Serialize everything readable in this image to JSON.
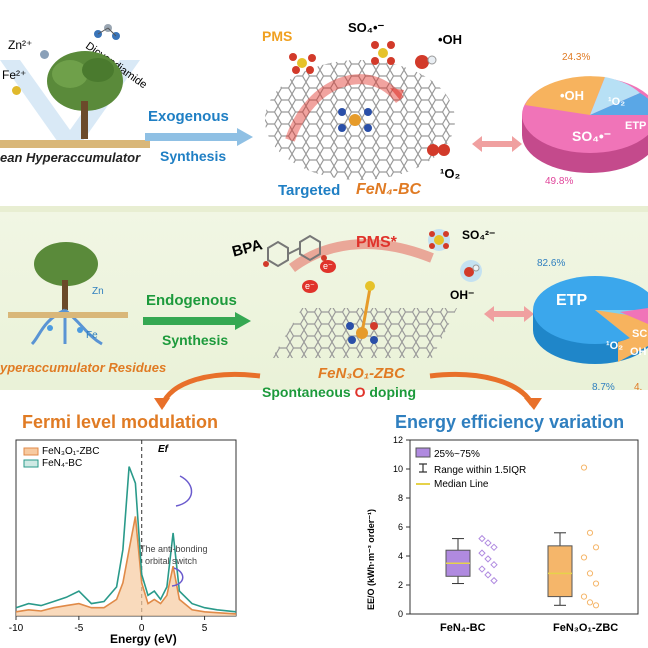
{
  "top": {
    "zn_label": "Zn²⁺",
    "fe_label": "Fe²⁺",
    "dicyandiamide": "Dicyandiamide",
    "hyperaccumulator": "ean Hyperaccumulator",
    "arrow_top": "Exogenous",
    "arrow_bottom": "Synthesis",
    "pms": "PMS",
    "so4_radical": "SO₄•⁻",
    "oh_radical": "•OH",
    "singlet_o2": "¹O₂",
    "product_prefix": "Targeted",
    "product_name": "FeN₄-BC",
    "pie": {
      "pct_top": "24.3%",
      "pct_bottom": "49.8%",
      "label_oh": "•OH",
      "label_1o2": "¹O₂",
      "label_etp": "ETP",
      "label_so4": "SO₄•⁻"
    }
  },
  "mid": {
    "zn_label": "Zn",
    "fe_label": "Fe",
    "residues": "yperaccumulator Residues",
    "arrow_top": "Endogenous",
    "arrow_bottom": "Synthesis",
    "bpa": "BPA",
    "pms_star": "PMS*",
    "so4_2": "SO₄²⁻",
    "oh_minus": "OH⁻",
    "electron": "e⁻",
    "product_name": "FeN₃O₁-ZBC",
    "doping_prefix": "Spontaneous",
    "doping_o": "O",
    "doping_suffix": "doping",
    "pie": {
      "pct_top": "82.6%",
      "pct_bottom": "8.7%",
      "pct_right": "4.",
      "label_etp": "ETP",
      "label_1o2": "¹O₂",
      "label_so": "SC",
      "label_oh": "OH"
    }
  },
  "fermi": {
    "title": "Fermi level modulation",
    "legend1": "FeN₃O₁-ZBC",
    "legend2": "FeN₄-BC",
    "ef": "Ef",
    "annotation1": "The anti-bonding",
    "annotation2": "orbital switch",
    "xlabel": "Energy (eV)",
    "xticks": [
      "-10",
      "-5",
      "0",
      "5"
    ]
  },
  "energy": {
    "title": "Energy efficiency variation",
    "legend1": "25%~75%",
    "legend2": "Range within 1.5IQR",
    "legend3": "Median Line",
    "ylabel": "EE/O (kWh·m⁻³ order⁻¹)",
    "yticks": [
      "0",
      "2",
      "4",
      "6",
      "8",
      "10",
      "12"
    ],
    "xcat1": "FeN₄-BC",
    "xcat2": "FeN₃O₁-ZBC"
  },
  "chart_data": [
    {
      "type": "line",
      "title": "Fermi level modulation",
      "xlabel": "Energy (eV)",
      "ylabel": "",
      "xlim": [
        -10,
        7.5
      ],
      "series": [
        {
          "name": "FeN₃O₁-ZBC",
          "x": [
            -10,
            -9,
            -8,
            -7,
            -6,
            -5,
            -4,
            -3,
            -2,
            -1.5,
            -1,
            -0.5,
            0,
            0.5,
            1,
            1.5,
            2,
            2.5,
            3,
            4,
            5,
            6,
            7.5
          ],
          "y": [
            0.1,
            0.15,
            0.12,
            0.2,
            0.25,
            0.3,
            0.2,
            0.2,
            0.4,
            0.8,
            1.6,
            2.4,
            0.8,
            0.3,
            0.4,
            0.3,
            0.5,
            1.2,
            0.4,
            0.15,
            0.1,
            0.08,
            0.05
          ]
        },
        {
          "name": "FeN₄-BC",
          "x": [
            -10,
            -9,
            -8,
            -7,
            -6,
            -5,
            -4,
            -3,
            -2,
            -1.5,
            -1,
            -0.5,
            0,
            0.5,
            1,
            1.5,
            2,
            2.5,
            3,
            4,
            5,
            6,
            7.5
          ],
          "y": [
            0.2,
            0.3,
            0.25,
            0.35,
            0.45,
            0.6,
            0.3,
            0.35,
            0.7,
            1.6,
            3.6,
            3.2,
            1.0,
            0.5,
            0.6,
            0.4,
            0.7,
            2.0,
            0.6,
            0.3,
            0.2,
            0.15,
            0.1
          ]
        }
      ]
    },
    {
      "type": "box",
      "title": "Energy efficiency variation",
      "ylabel": "EE/O (kWh·m⁻³ order⁻¹)",
      "ylim": [
        0,
        12
      ],
      "categories": [
        "FeN₄-BC",
        "FeN₃O₁-ZBC"
      ],
      "series": [
        {
          "category": "FeN₄-BC",
          "q1": 2.6,
          "median": 3.5,
          "q3": 4.4,
          "whisker_low": 2.1,
          "whisker_high": 5.2,
          "points": [
            5.2,
            4.9,
            4.6,
            4.2,
            3.8,
            3.4,
            3.1,
            2.7,
            2.3
          ]
        },
        {
          "category": "FeN₃O₁-ZBC",
          "q1": 1.2,
          "median": 2.8,
          "q3": 4.7,
          "whisker_low": 0.6,
          "whisker_high": 5.6,
          "points": [
            10.1,
            5.6,
            4.6,
            3.9,
            2.8,
            2.1,
            1.2,
            0.8,
            0.6
          ]
        }
      ],
      "colors": {
        "FeN₄-BC": "#b08ae0",
        "FeN₃O₁-ZBC": "#f5b66a"
      }
    }
  ]
}
